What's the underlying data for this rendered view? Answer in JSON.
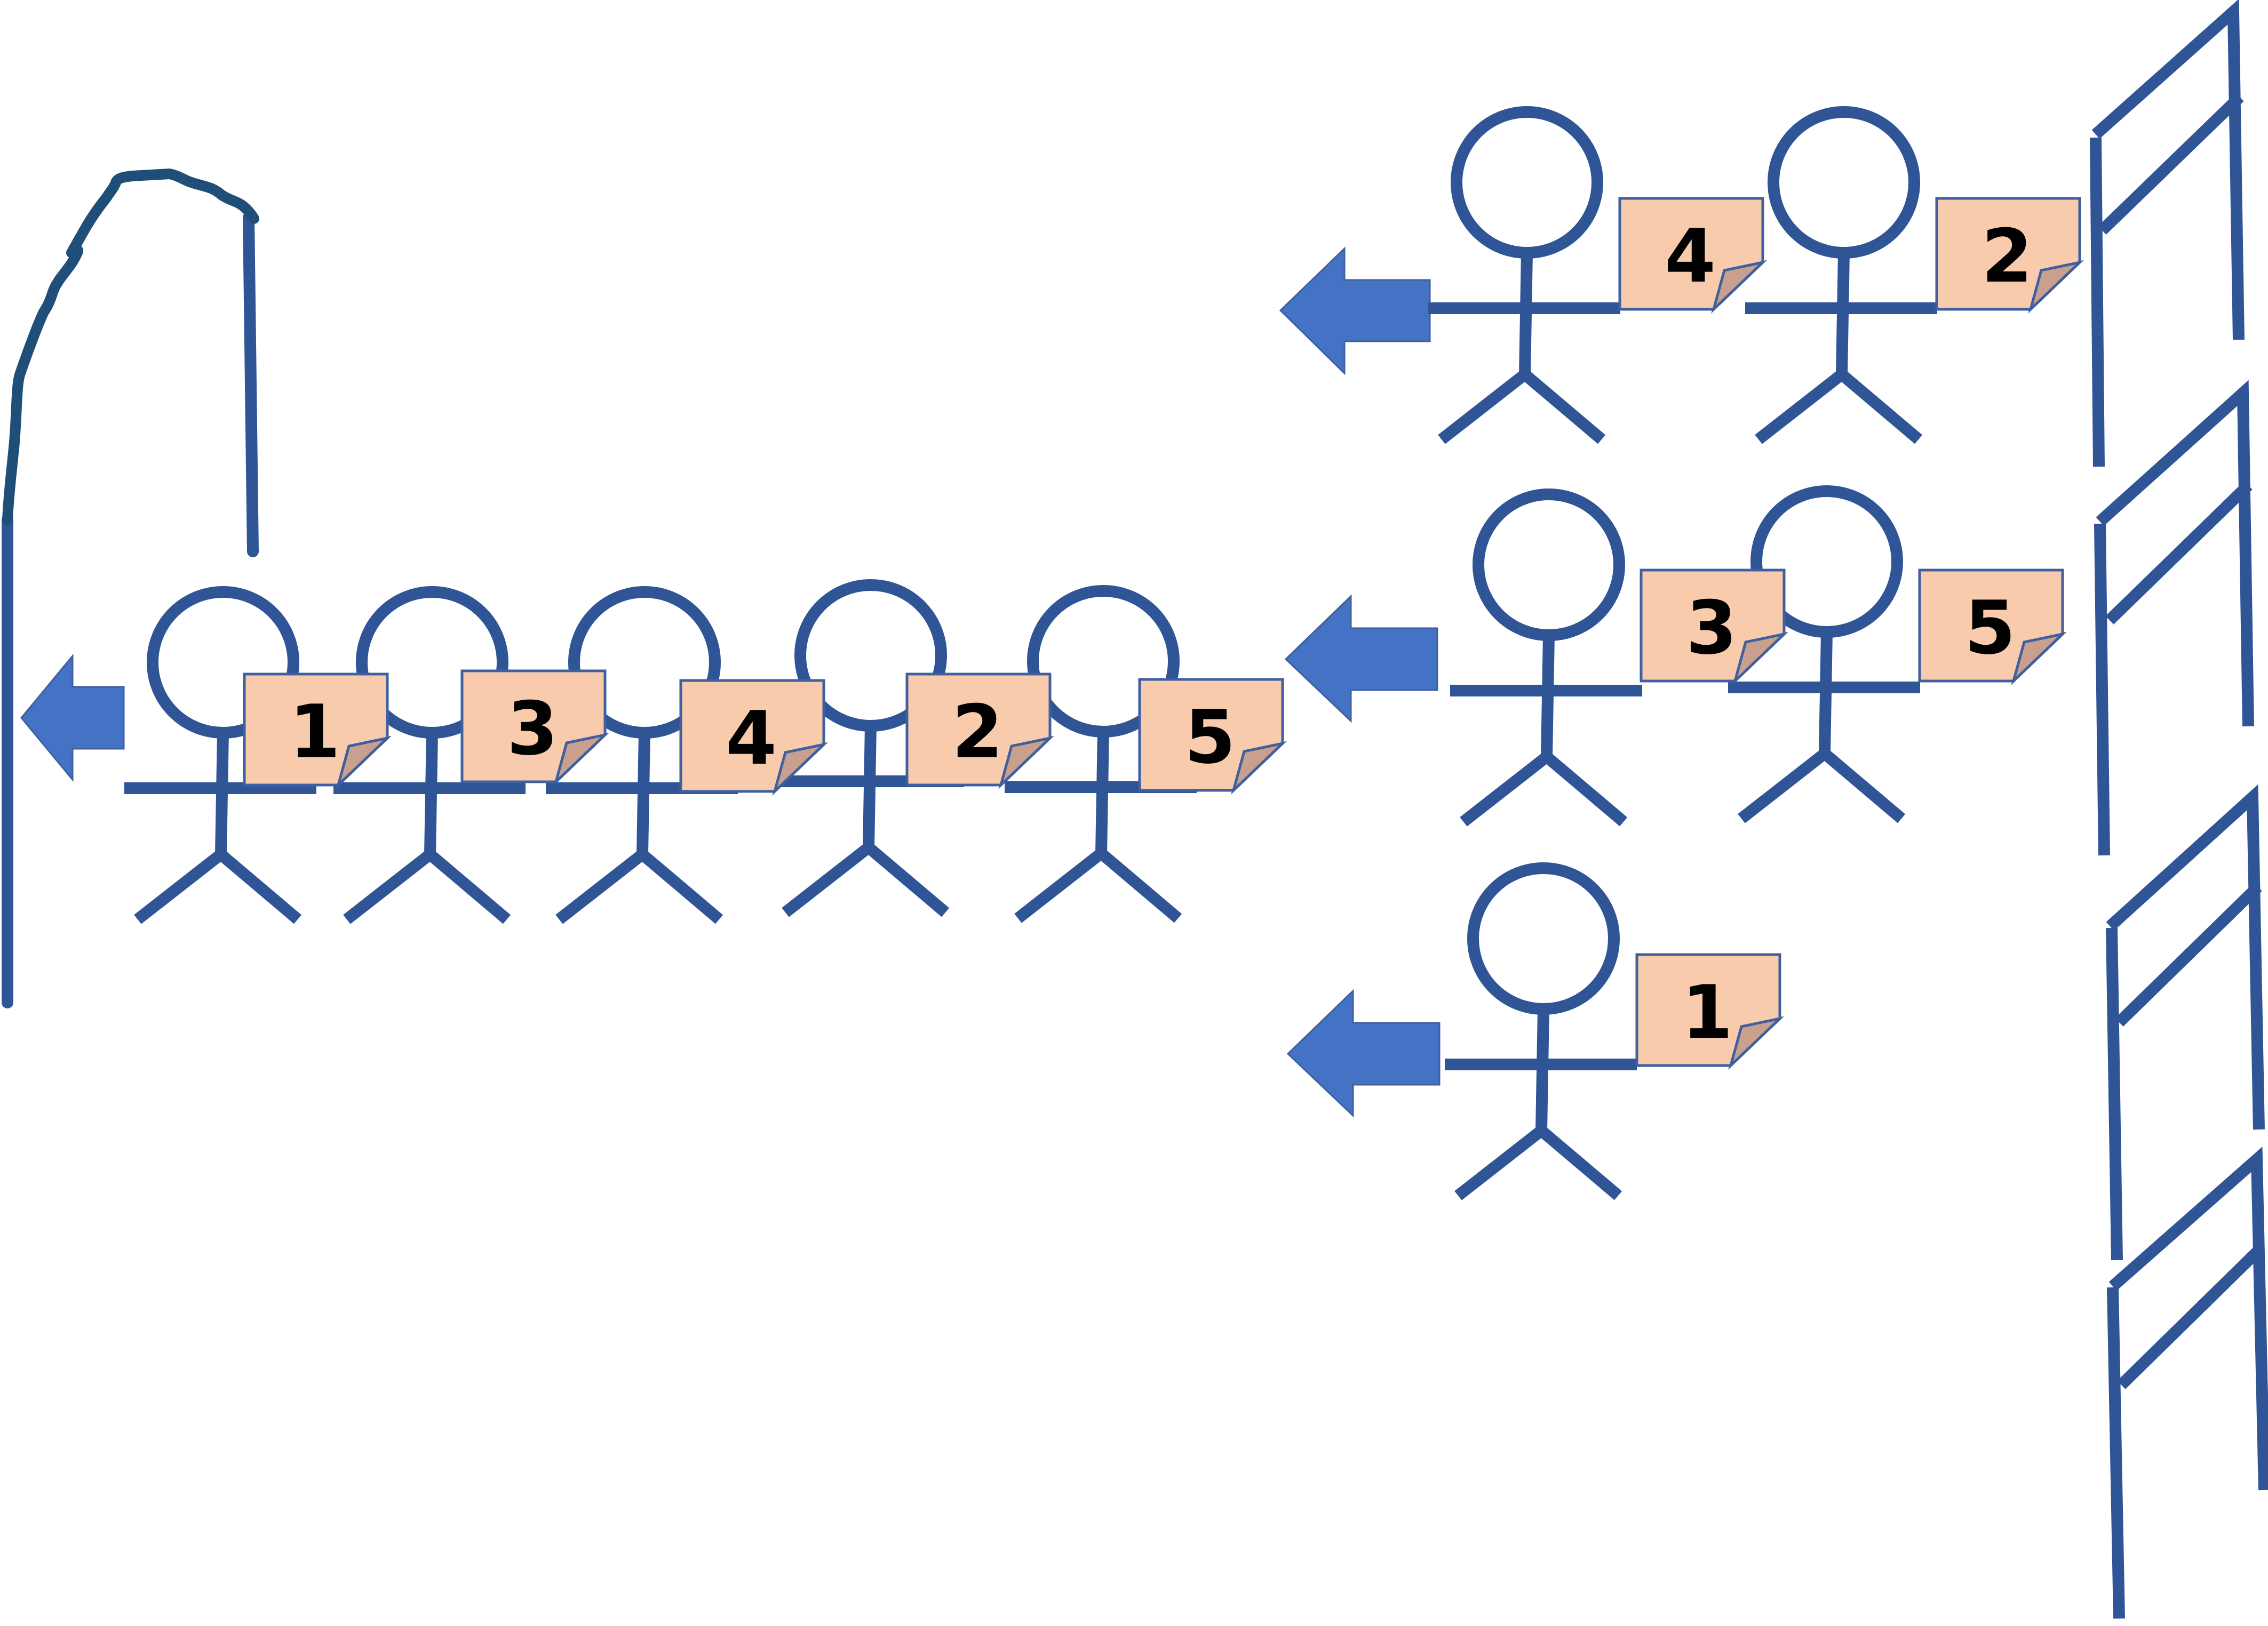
{
  "colors": {
    "figure_stroke": "#2f5597",
    "arrow_fill": "#4472c4",
    "card_fill": "#f8cbad",
    "card_fold": "#c9a08d",
    "card_border": "#3f5f9f",
    "wall_stroke": "#2f5597",
    "rope_stroke": "#1f4e79",
    "text": "#000000"
  },
  "icons": {
    "person": "stick-figure-icon",
    "arrow": "arrow-left-icon",
    "card": "numbered-card-icon",
    "gate": "gate-icon"
  },
  "waiting_rows": [
    {
      "row": "top",
      "cards": [
        "4",
        "2"
      ]
    },
    {
      "row": "middle",
      "cards": [
        "3",
        "5"
      ]
    },
    {
      "row": "bottom",
      "cards": [
        "1"
      ]
    }
  ],
  "queue_line": {
    "cards": [
      "1",
      "3",
      "4",
      "2",
      "5"
    ]
  }
}
